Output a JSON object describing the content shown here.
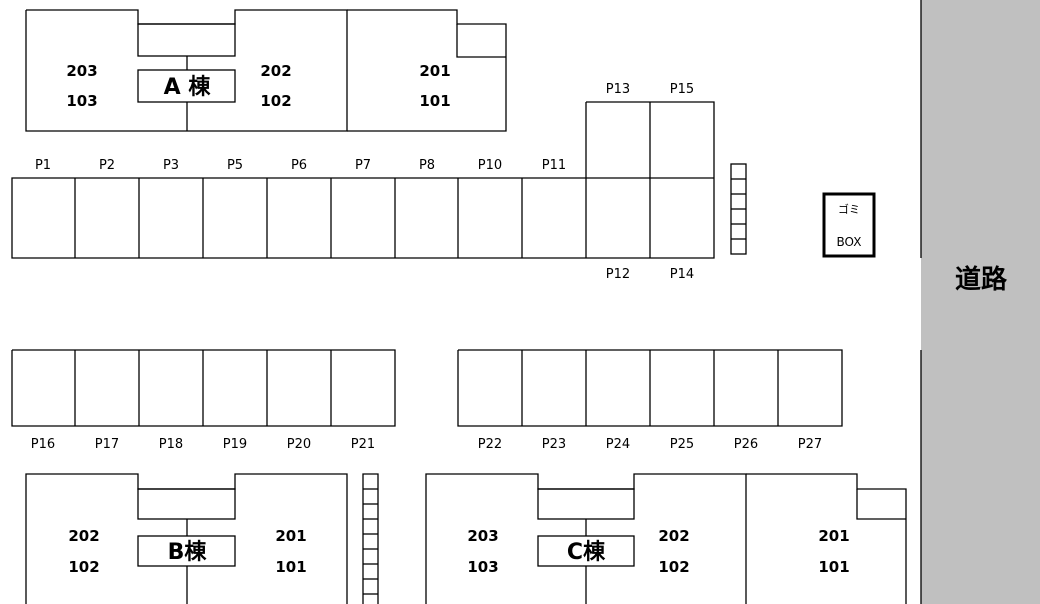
{
  "road": {
    "label": "道路",
    "color": "#c0c0c0"
  },
  "buildings": {
    "a": {
      "name": "A 棟",
      "upper": [
        "203",
        "202",
        "201"
      ],
      "lower": [
        "103",
        "102",
        "101"
      ]
    },
    "b": {
      "name": "B棟",
      "upper": [
        "202",
        "201"
      ],
      "lower": [
        "102",
        "101"
      ]
    },
    "c": {
      "name": "C棟",
      "upper": [
        "203",
        "202",
        "201"
      ],
      "lower": [
        "103",
        "102",
        "101"
      ]
    }
  },
  "gomi_box": {
    "line1": "ゴミ",
    "line2": "BOX"
  },
  "parking": {
    "row1_top": [
      "P1",
      "P2",
      "P3",
      "P5",
      "P6",
      "P7",
      "P8",
      "P10",
      "P11"
    ],
    "row1_tall_top": [
      "P13",
      "P15"
    ],
    "row1_tall_bottom": [
      "P12",
      "P14"
    ],
    "row2_left": [
      "P16",
      "P17",
      "P18",
      "P19",
      "P20",
      "P21"
    ],
    "row2_right": [
      "P22",
      "P23",
      "P24",
      "P25",
      "P26",
      "P27"
    ]
  }
}
